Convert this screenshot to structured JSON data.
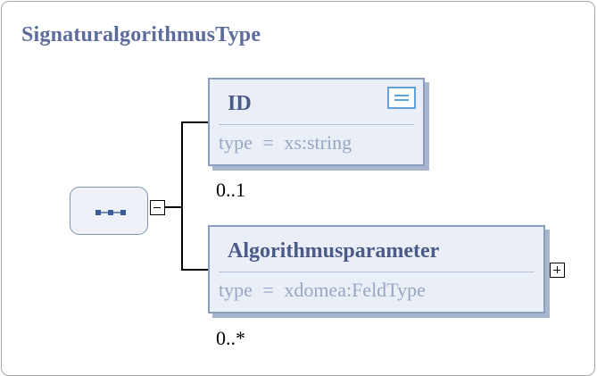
{
  "diagram": {
    "type_name": "SignaturalgorithmusType",
    "elements": [
      {
        "name": "ID",
        "type_label": "type",
        "type_sep": "=",
        "type_value": "xs:string",
        "occurrence": "0..1",
        "has_documentation": true,
        "expandable": false
      },
      {
        "name": "Algorithmusparameter",
        "type_label": "type",
        "type_sep": "=",
        "type_value": "xdomea:FeldType",
        "occurrence": "0..*",
        "has_documentation": false,
        "expandable": true
      }
    ],
    "compositor": "sequence",
    "colors": {
      "title": "#5c6b9c",
      "element_fill": "#e9eef7",
      "element_border": "#8a9dc0",
      "type_text": "#98a7c3",
      "doc_icon": "#5fa3d8"
    }
  }
}
